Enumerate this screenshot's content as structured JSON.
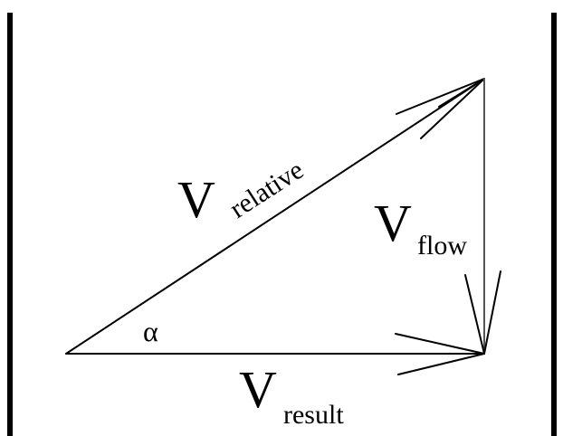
{
  "labels": {
    "v_main": "V",
    "relative": "relative",
    "flow": "flow",
    "result": "result",
    "alpha": "α"
  },
  "colors": {
    "line": "#000000",
    "background": "#ffffff"
  }
}
